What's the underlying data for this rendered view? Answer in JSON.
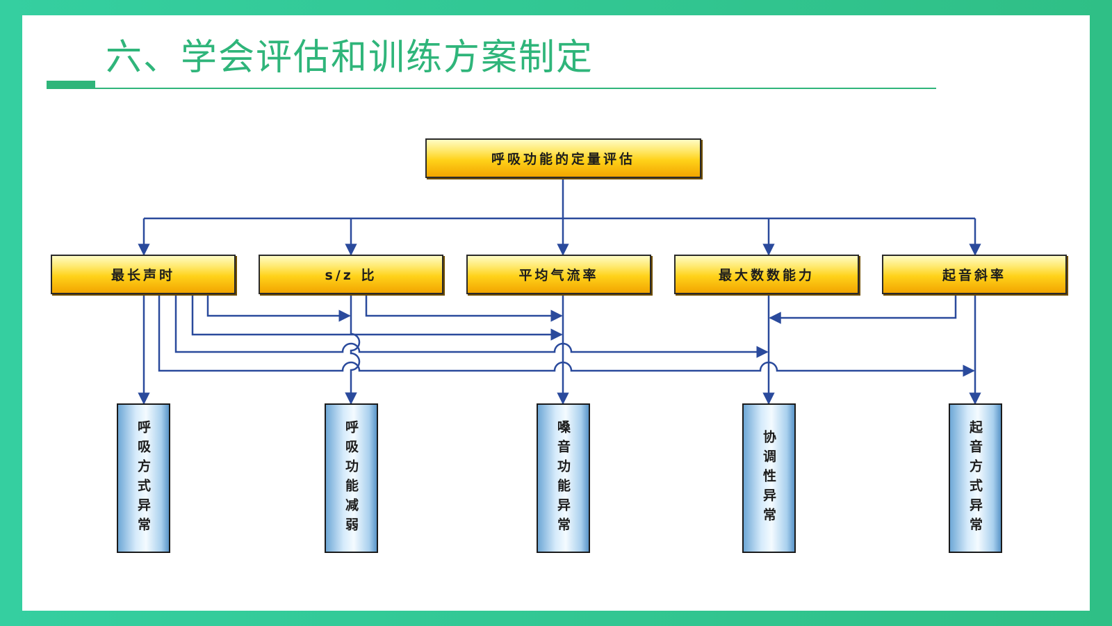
{
  "slide": {
    "title": "六、学会评估和训练方案制定"
  },
  "diagram": {
    "root": "呼吸功能的定量评估",
    "measures": [
      "最长声时",
      "s/z 比",
      "平均气流率",
      "最大数数能力",
      "起音斜率"
    ],
    "outcomes": [
      "呼吸方式异常",
      "呼吸功能减弱",
      "嗓音功能异常",
      "协调性异常",
      "起音方式异常"
    ],
    "colors": {
      "line": "#2a4a9c",
      "accent": "#2fb57a"
    }
  }
}
